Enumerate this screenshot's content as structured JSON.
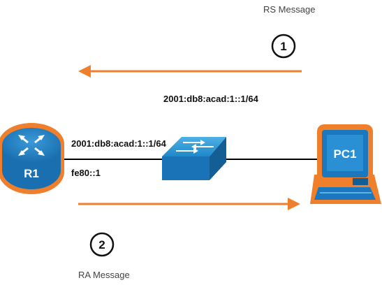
{
  "messages": {
    "rs": {
      "label": "RS Message",
      "step": "1"
    },
    "ra": {
      "label": "RA Message",
      "step": "2"
    }
  },
  "addresses": {
    "pc1_global": "2001:db8:acad:1::1/64",
    "r1_global": "2001:db8:acad:1::1/64",
    "r1_link_local": "fe80::1"
  },
  "devices": {
    "router": {
      "name": "R1",
      "icon": "router-icon"
    },
    "switch": {
      "icon": "switch-icon"
    },
    "pc": {
      "name": "PC1",
      "icon": "pc-icon"
    }
  },
  "colors": {
    "arrow": "#F07F2C",
    "router": "#1A73B6",
    "switch": "#1E88C8",
    "pc": "#1C78BE",
    "outline": "#F07F2C",
    "link": "#000000"
  }
}
